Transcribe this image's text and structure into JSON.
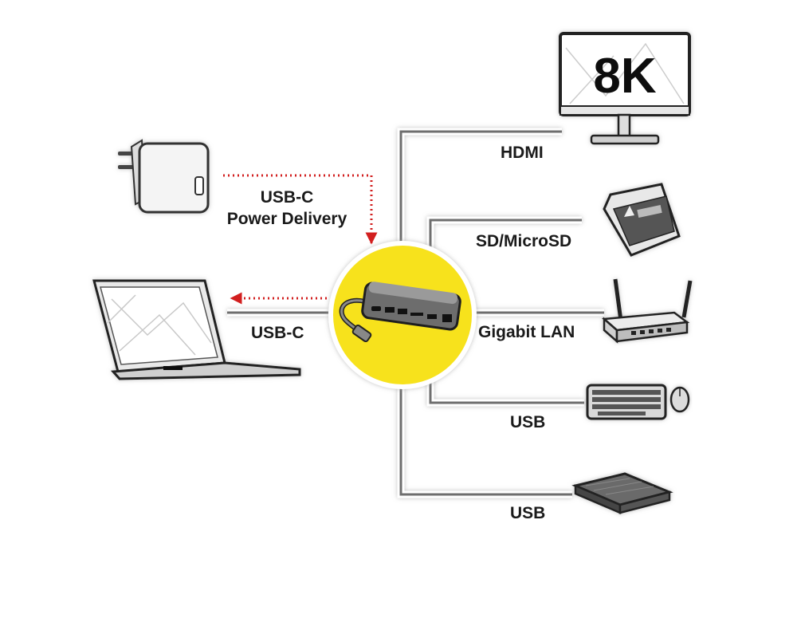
{
  "charger_link": {
    "line1": "USB-C",
    "line2": "Power Delivery"
  },
  "laptop_link": {
    "label": "USB-C"
  },
  "ports": [
    {
      "label": "HDMI",
      "device": "monitor"
    },
    {
      "label": "SD/MicroSD",
      "device": "sd-card"
    },
    {
      "label": "Gigabit LAN",
      "device": "router"
    },
    {
      "label": "USB",
      "device": "keyboard-mouse"
    },
    {
      "label": "USB",
      "device": "external-drive"
    }
  ],
  "monitor_badge": "8K",
  "colors": {
    "hub_circle": "#f7e21b",
    "arrow": "#d21f1f",
    "line": "#6e6e6e"
  }
}
